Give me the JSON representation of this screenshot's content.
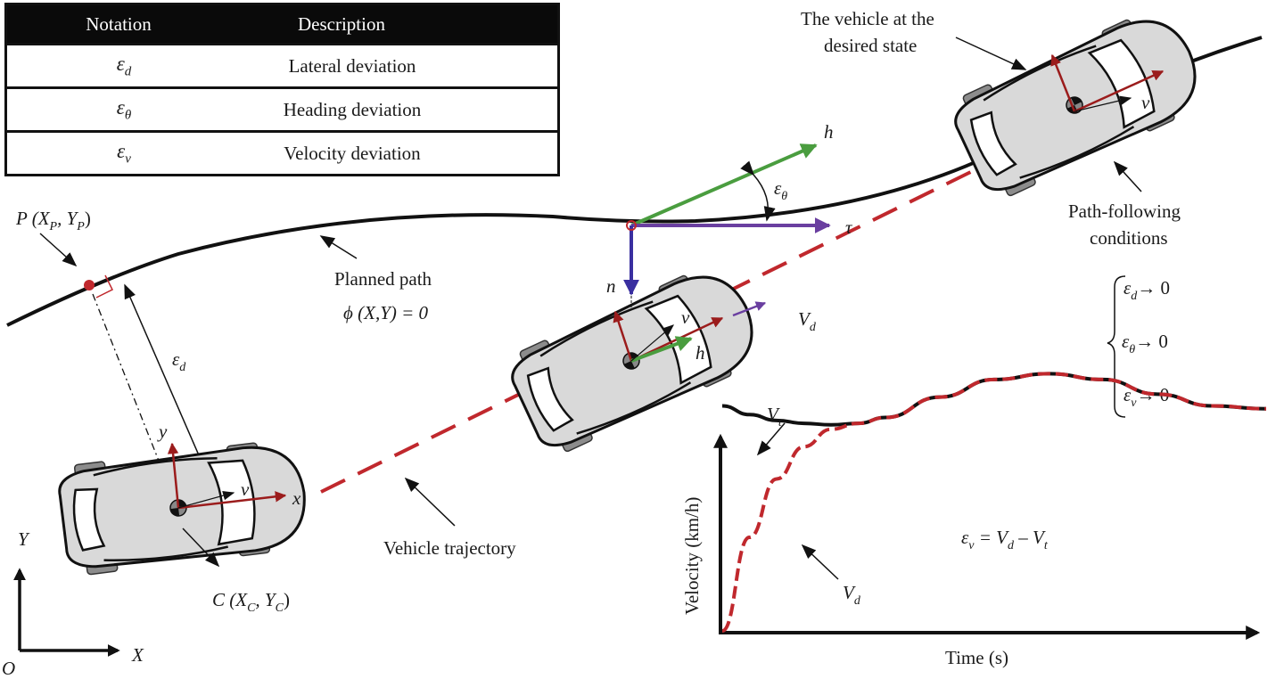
{
  "table": {
    "headers": [
      "Notation",
      "Description"
    ],
    "rows": [
      {
        "symbol": "ε",
        "subscript": "d",
        "description": "Lateral deviation"
      },
      {
        "symbol": "ε",
        "subscript": "θ",
        "description": "Heading deviation"
      },
      {
        "symbol": "ε",
        "subscript": "v",
        "description": "Velocity deviation"
      }
    ]
  },
  "labels": {
    "point_p": {
      "main": "P (X",
      "sub1": "P",
      "mid": ", Y",
      "sub2": "P",
      "end": ")"
    },
    "planned_path": "Planned path",
    "path_equation": "ϕ (X,Y) = 0",
    "lateral_dev": {
      "main": "ε",
      "sub": "d"
    },
    "vehicle_trajectory": "Vehicle trajectory",
    "point_c": {
      "main": "C (X",
      "sub1": "C",
      "mid": ", Y",
      "sub2": "C",
      "end": ")"
    },
    "axis_Y": "Y",
    "axis_X": "X",
    "origin": "O",
    "car_y": "y",
    "car_x": "x",
    "car_v": "v",
    "h_top": "h",
    "tau": "τ",
    "heading_dev": {
      "main": "ε",
      "sub": "θ"
    },
    "n": "n",
    "v_mid": "v",
    "h_mid": "h",
    "vd_mid": {
      "main": "V",
      "sub": "d"
    },
    "desired_state_line1": "The vehicle at the",
    "desired_state_line2": "desired state",
    "v_top": "v",
    "path_following_line1": "Path-following",
    "path_following_line2": "conditions",
    "conditions": [
      {
        "main": "ε",
        "sub": "d",
        "rest": "→ 0"
      },
      {
        "main": "ε",
        "sub": "θ",
        "rest": "→ 0"
      },
      {
        "main": "ε",
        "sub": "v",
        "rest": "→ 0"
      }
    ]
  },
  "colors": {
    "path": "#111111",
    "trajectory": "#c0282d",
    "car_body": "#d9d9d9",
    "car_axes": "#9b1c1c",
    "heading": "#4a9d3f",
    "tangent": "#6a3fa0",
    "normal": "#3a2fa0"
  },
  "chart_data": {
    "type": "line",
    "title": "",
    "xlabel": "Time (s)",
    "ylabel": "Velocity (km/h)",
    "annotation": {
      "main": "ε",
      "sub": "v",
      "rest": " = V",
      "sub2": "d",
      "rest2": " – V",
      "sub3": "t"
    },
    "series": [
      {
        "name": "V_t",
        "label_main": "V",
        "label_sub": "t",
        "style": "solid-black",
        "x": [
          0,
          0.05,
          0.1,
          0.15,
          0.2,
          0.25,
          0.3,
          0.4,
          0.5,
          0.6,
          0.7,
          0.8,
          0.9,
          1.0
        ],
        "y": [
          0.77,
          0.74,
          0.72,
          0.71,
          0.705,
          0.71,
          0.73,
          0.8,
          0.86,
          0.88,
          0.86,
          0.81,
          0.77,
          0.76
        ]
      },
      {
        "name": "V_d",
        "label_main": "V",
        "label_sub": "d",
        "style": "dashed-red",
        "x": [
          0,
          0.05,
          0.1,
          0.15,
          0.2,
          0.25,
          0.3,
          0.4,
          0.5,
          0.6,
          0.7,
          0.8,
          0.9,
          1.0
        ],
        "y": [
          0.0,
          0.32,
          0.52,
          0.63,
          0.69,
          0.71,
          0.73,
          0.8,
          0.86,
          0.88,
          0.86,
          0.81,
          0.77,
          0.76
        ]
      }
    ],
    "xlim": [
      0,
      1
    ],
    "ylim": [
      0,
      1
    ],
    "grid": false
  }
}
